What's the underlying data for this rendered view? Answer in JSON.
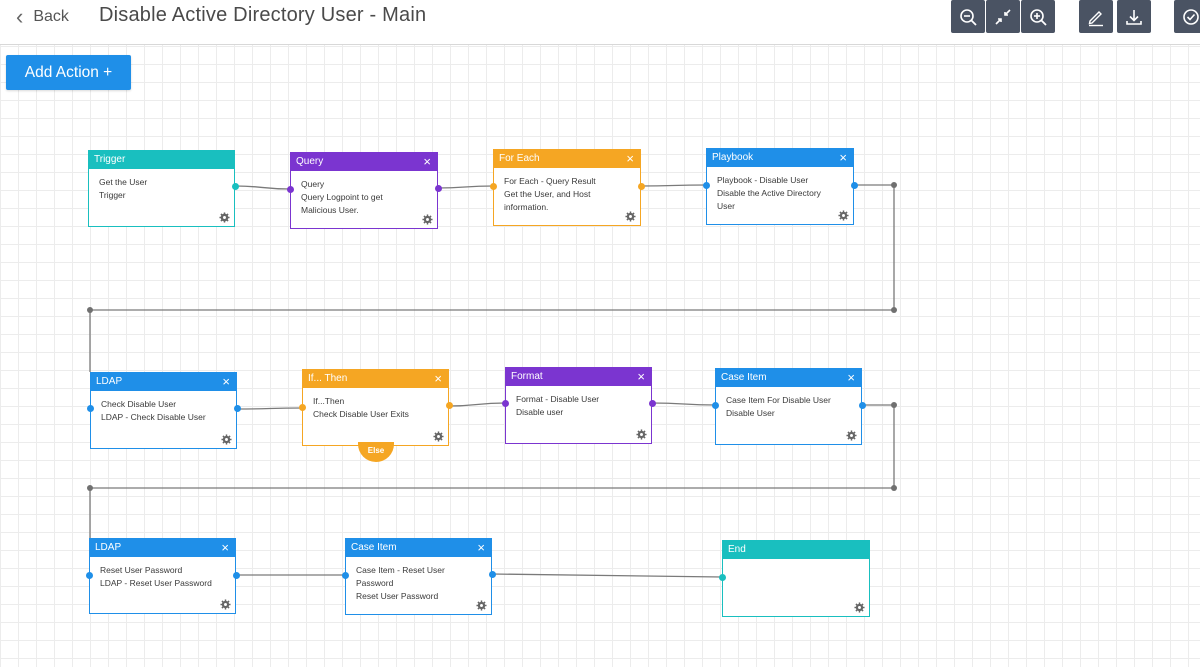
{
  "header": {
    "back_label": "Back",
    "title": "Disable Active Directory User - Main"
  },
  "toolbar": {
    "zoom_out_icon": "zoom-out-icon",
    "fit_icon": "fit-screen-icon",
    "zoom_in_icon": "zoom-in-icon",
    "edit_icon": "pencil-icon",
    "download_icon": "download-icon",
    "save_icon": "check-circle-icon"
  },
  "actions": {
    "add_action_label": "Add Action +"
  },
  "colors": {
    "teal": "#19bfbf",
    "purple": "#7b35d0",
    "orange": "#f5a623",
    "blue": "#1f8fe8",
    "toolbar": "#4a5363"
  },
  "nodes": {
    "trigger": {
      "header": "Trigger",
      "line1": "Get the User",
      "line2": "Trigger",
      "line3": ""
    },
    "query": {
      "header": "Query",
      "line1": "Query",
      "line2": "Query Logpoint to get",
      "line3": "Malicious User."
    },
    "foreach": {
      "header": "For Each",
      "line1": "For Each - Query Result",
      "line2": "Get the User, and Host",
      "line3": "information."
    },
    "playbook": {
      "header": "Playbook",
      "line1": "Playbook - Disable User",
      "line2": "Disable the Active Directory",
      "line3": "User"
    },
    "ldap1": {
      "header": "LDAP",
      "line1": "Check Disable User",
      "line2": "LDAP - Check Disable User",
      "line3": ""
    },
    "ifthen": {
      "header": "If... Then",
      "line1": "If...Then",
      "line2": "Check Disable User Exits",
      "line3": "",
      "else_label": "Else"
    },
    "format": {
      "header": "Format",
      "line1": "Format - Disable User",
      "line2": "Disable user",
      "line3": ""
    },
    "caseitem1": {
      "header": "Case Item",
      "line1": "Case Item For Disable User",
      "line2": "Disable User",
      "line3": ""
    },
    "ldap2": {
      "header": "LDAP",
      "line1": "Reset User Password",
      "line2": "LDAP - Reset User Password",
      "line3": ""
    },
    "caseitem2": {
      "header": "Case Item",
      "line1": "Case Item - Reset User",
      "line2": "Password",
      "line3": "Reset User Password"
    },
    "end": {
      "header": "End",
      "line1": "",
      "line2": "",
      "line3": ""
    }
  },
  "close_glyph": "×"
}
